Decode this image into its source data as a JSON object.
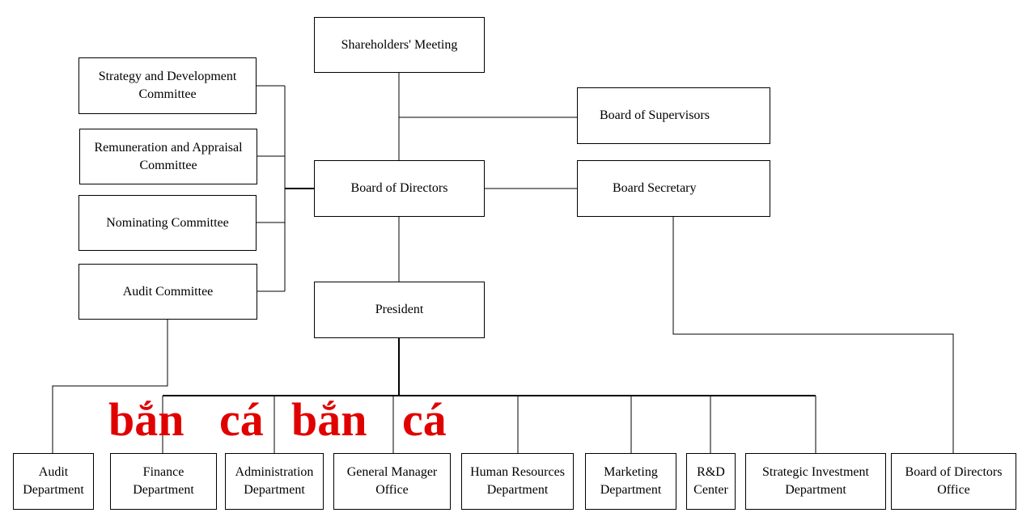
{
  "nodes": {
    "shareholders": "Shareholders' Meeting",
    "supervisors": "Board of Supervisors",
    "directors": "Board of Directors",
    "secretary": "Board Secretary",
    "president": "President",
    "strategy": "Strategy and Development Committee",
    "remuneration": "Remuneration and Appraisal Committee",
    "nominating": "Nominating Committee",
    "audit_committee": "Audit Committee",
    "audit_dept": "Audit Department",
    "finance": "Finance Department",
    "administration": "Administration Department",
    "gm_office": "General Manager Office",
    "hr": "Human Resources Department",
    "marketing": "Marketing Department",
    "rd": "R&D Center",
    "strategic_investment": "Strategic Investment Department",
    "bod_office": "Board of Directors Office"
  },
  "watermark": [
    "bắn",
    "cá",
    "bắn",
    "cá"
  ]
}
